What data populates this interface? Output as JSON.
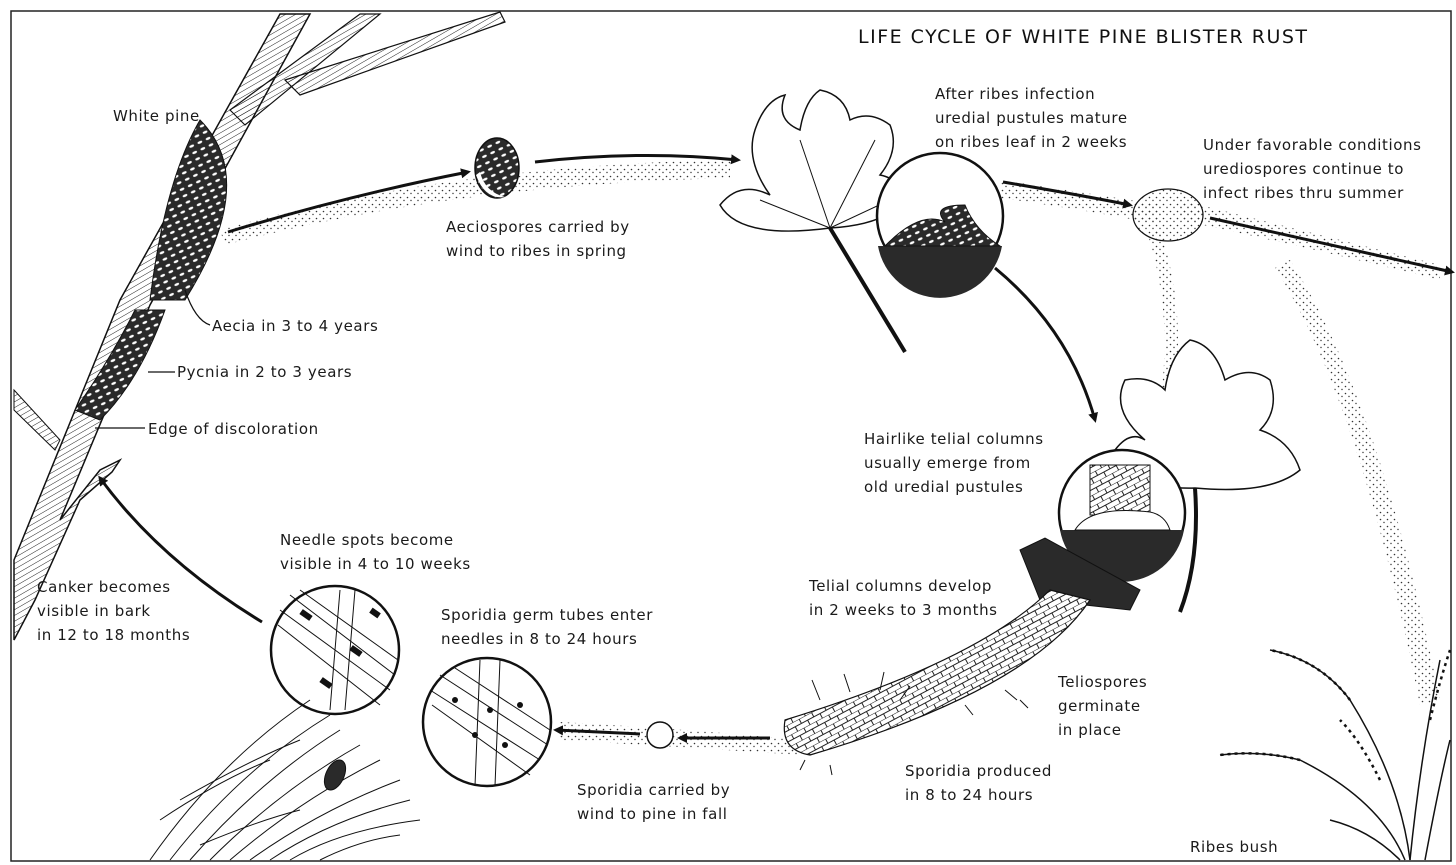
{
  "title": "LIFE CYCLE OF WHITE PINE BLISTER RUST",
  "labels": {
    "white_pine": "White pine",
    "aecia": "Aecia in 3 to 4 years",
    "pycnia": "Pycnia in 2 to 3 years",
    "edge": "Edge of discoloration",
    "aeciospores": [
      "Aeciospores carried by",
      "wind to ribes in spring"
    ],
    "ribes_infection": [
      "After ribes infection",
      "uredial pustules mature",
      "on ribes leaf in 2 weeks"
    ],
    "urediospores": [
      "Under favorable conditions",
      "urediospores continue to",
      "infect ribes thru summer"
    ],
    "telial_hairlike": [
      "Hairlike telial columns",
      "usually emerge from",
      "old uredial pustules"
    ],
    "telial_develop": [
      "Telial columns develop",
      "in 2 weeks to 3 months"
    ],
    "teliospores": [
      "Teliospores",
      "germinate",
      "in place"
    ],
    "sporidia_produced": [
      "Sporidia produced",
      "in 8 to 24 hours"
    ],
    "sporidia_carried": [
      "Sporidia carried by",
      "wind to pine in fall"
    ],
    "germ_tubes": [
      "Sporidia germ tubes enter",
      "needles in 8 to 24 hours"
    ],
    "needle_spots": [
      "Needle spots become",
      "visible in 4 to 10 weeks"
    ],
    "canker": [
      "Canker becomes",
      "visible in bark",
      "in 12 to 18 months"
    ],
    "ribes_bush": "Ribes bush"
  }
}
